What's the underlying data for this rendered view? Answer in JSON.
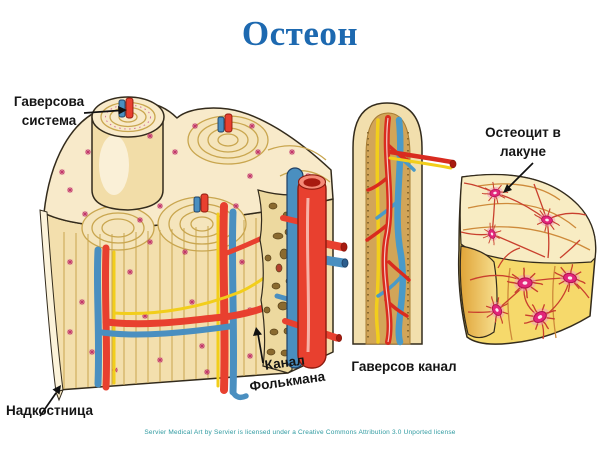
{
  "slide": {
    "title": "Остеон",
    "attribution": "Servier Medical Art by Servier is licensed under a Creative Commons Attribution 3.0 Unported license"
  },
  "labels": {
    "haversian_system": {
      "line1": "Гаверсова",
      "line2": "система"
    },
    "osteocyte_in_lacuna": {
      "line1": "Остеоцит в",
      "line2": "лакуне"
    },
    "volkmann_canal": {
      "line1": "Канал",
      "line2": "Фолькмана"
    },
    "haversian_canal": {
      "text": "Гаверсов канал"
    },
    "periosteum": {
      "text": "Надкостница"
    }
  },
  "colors": {
    "title_blue": "#1D69B0",
    "label_text": "#151515",
    "attribution_teal": "#2E9AA0",
    "bone_top_light": "#F8EACA",
    "bone_front": "#F3DFAD",
    "bone_cavity_tan": "#D2A558",
    "lamellae_tan": "#C9A64F",
    "artery_red": "#E8402F",
    "vein_blue": "#4A8FC0",
    "nerve_yellow": "#F2CE1B",
    "osteocyte_magenta": "#E2257B",
    "canaliculi_orange": "#C9402E",
    "spongy_brown": "#8A6A2F"
  }
}
